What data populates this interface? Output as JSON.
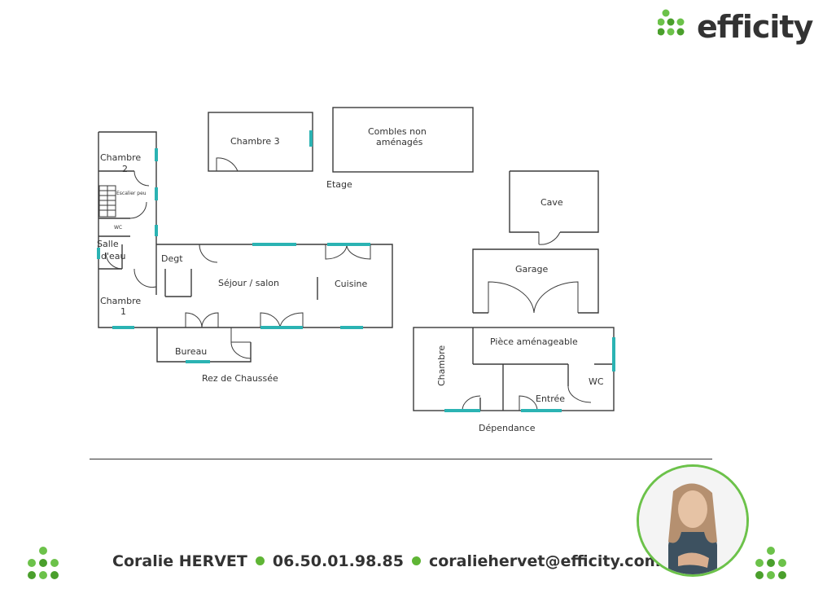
{
  "brand": {
    "name": "efficity",
    "color_green": "#5fb535",
    "color_text": "#333333",
    "logo_icon": "efficity-dots-icon"
  },
  "plan": {
    "level_labels": {
      "etage": "Etage",
      "rdc": "Rez de Chaussée",
      "dependance": "Dépendance"
    },
    "rooms": {
      "chambre3": "Chambre 3",
      "combles_line1": "Combles non",
      "combles_line2": "aménagés",
      "cave": "Cave",
      "garage": "Garage",
      "chambre2_line1": "Chambre",
      "chambre2_line2": "2",
      "escalier": "Escalier peu",
      "wc_small": "WC",
      "salle_line1": "Salle",
      "salle_line2": "d'eau",
      "degt": "Degt",
      "sejour": "Séjour / salon",
      "cuisine": "Cuisine",
      "chambre1_line1": "Chambre",
      "chambre1_line2": "1",
      "bureau": "Bureau",
      "piece": "Pièce aménageable",
      "chambre_dep": "Chambre",
      "wc": "WC",
      "entree": "Entrée"
    },
    "window_color": "#2bb3b3"
  },
  "footer": {
    "name": "Coralie HERVET",
    "phone": "06.50.01.98.85",
    "email": "coraliehervet@efficity.com",
    "photo_icon": "agent-portrait-icon"
  }
}
